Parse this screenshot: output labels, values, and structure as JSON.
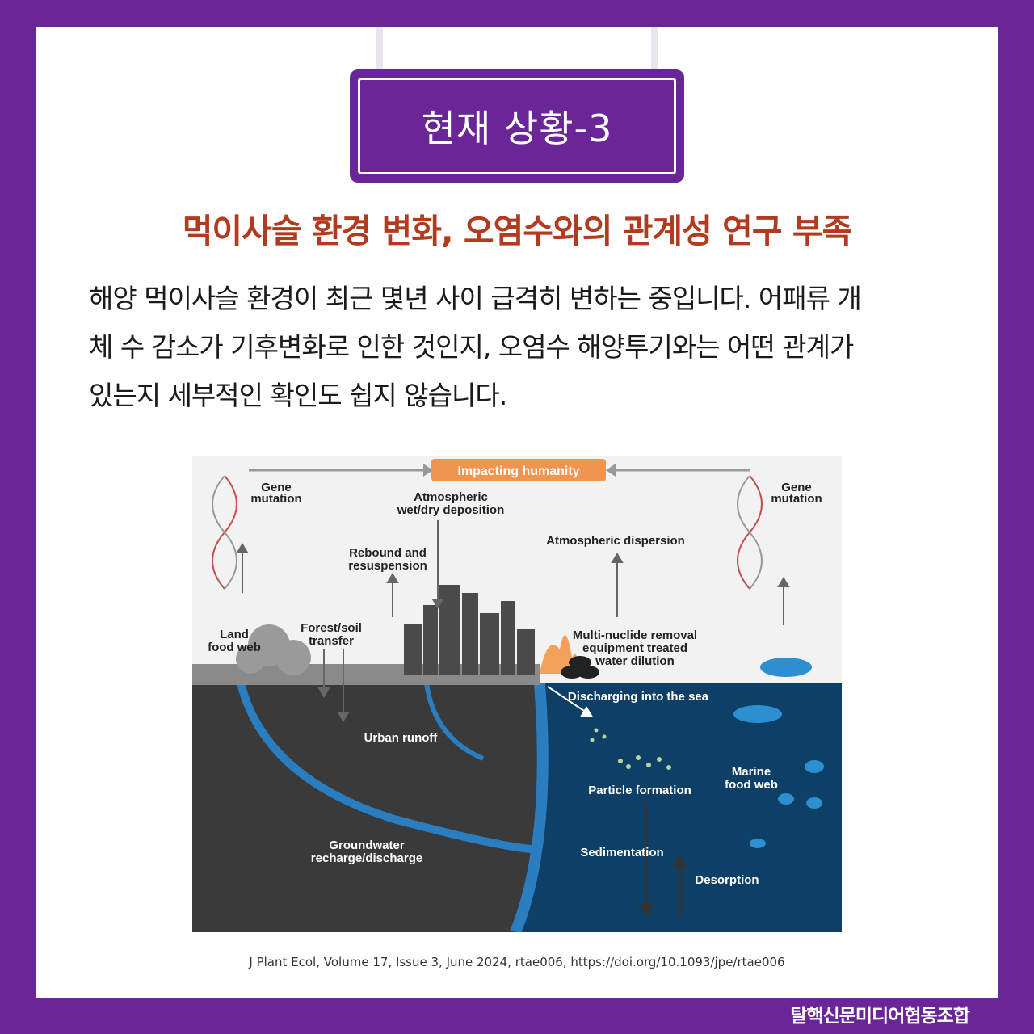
{
  "header": {
    "sign_title": "현재 상황-3"
  },
  "headline": "먹이사슬 환경 변화, 오염수와의 관계성 연구 부족",
  "body_lines": [
    "해양 먹이사슬 환경이 최근 몇년 사이 급격히 변하는 중입니다. 어패류 개",
    "체 수 감소가 기후변화로 인한 것인지, 오염수 해양투기와는 어떤 관계가",
    "있는지 세부적인 확인도 쉽지 않습니다."
  ],
  "figure": {
    "banner": "Impacting humanity",
    "labels": {
      "gene_left_1": "Gene",
      "gene_left_2": "mutation",
      "gene_right_1": "Gene",
      "gene_right_2": "mutation",
      "atm_dep_1": "Atmospheric",
      "atm_dep_2": "wet/dry deposition",
      "atm_disp": "Atmospheric dispersion",
      "rebound_1": "Rebound and",
      "rebound_2": "resuspension",
      "land_1": "Land",
      "land_2": "food web",
      "forest_1": "Forest/soil",
      "forest_2": "transfer",
      "mnr_1": "Multi-nuclide removal",
      "mnr_2": "equipment treated",
      "mnr_3": "water dilution",
      "discharge": "Discharging into the sea",
      "urban": "Urban runoff",
      "particle": "Particle formation",
      "marine_1": "Marine",
      "marine_2": "food web",
      "ground_1": "Groundwater",
      "ground_2": "recharge/discharge",
      "sediment": "Sedimentation",
      "desorption": "Desorption"
    },
    "colors": {
      "land": "#3a3a3a",
      "sea": "#0e3f67",
      "banner": "#f0954f",
      "river": "#2a7ec0"
    }
  },
  "citation": "J Plant Ecol, Volume 17, Issue 3, June 2024, rtae006, https://doi.org/10.1093/jpe/rtae006",
  "footer": "탈핵신문미디어협동조합"
}
